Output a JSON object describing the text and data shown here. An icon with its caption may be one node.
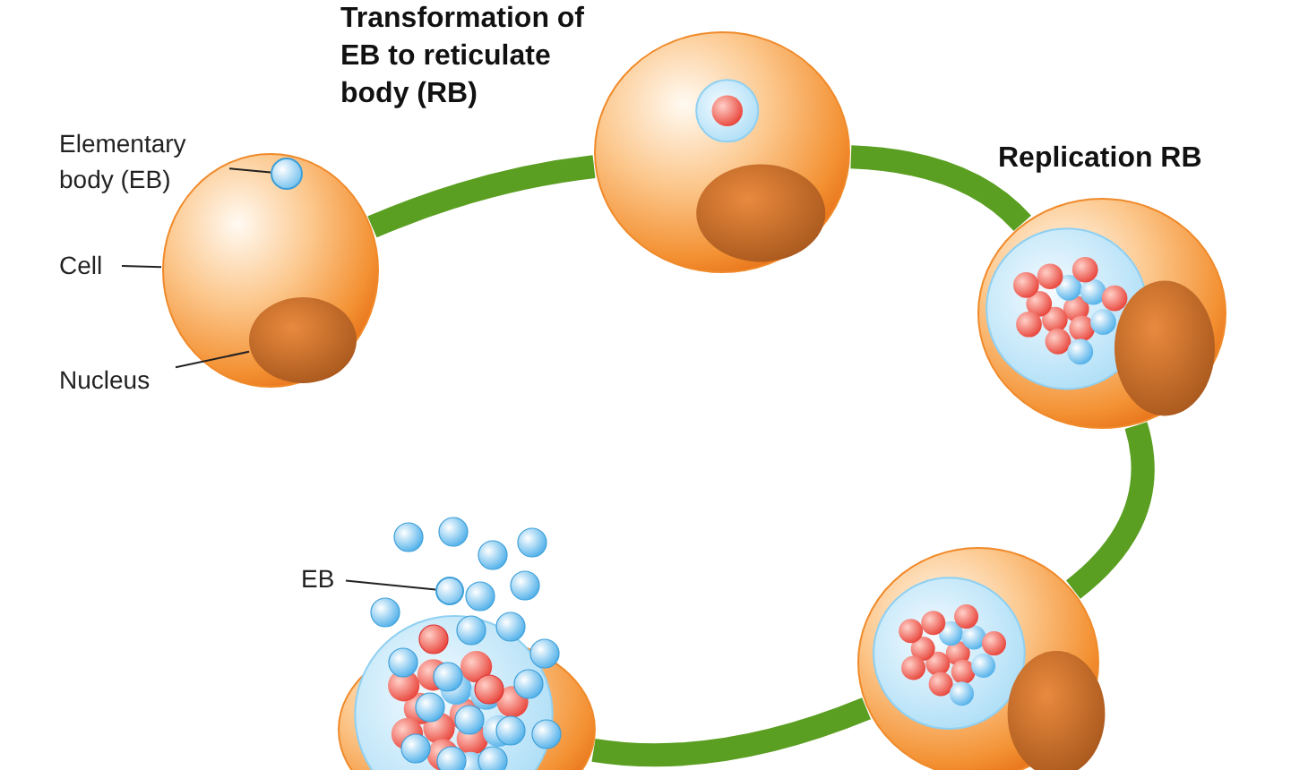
{
  "diagram": {
    "nodes": [
      {
        "text": [
          "Elementary body (EB)"
        ]
      },
      {
        "text": [],
        "shape": "circle",
        "in": 3
      },
      {
        "text": [
          "Cell"
        ]
      },
      {
        "text": [],
        "shape": "picture"
      },
      {
        "text": [],
        "shape": "picture",
        "in": 3
      },
      {
        "text": [
          "Nucleus"
        ]
      },
      {
        "text": [],
        "shape": "picture",
        "beside": [
          "Transformation of EB to reticulate body (RB)"
        ]
      },
      {
        "text": [],
        "shape": "picture",
        "beside": [
          "Replication RB"
        ]
      },
      {
        "text": [],
        "shape": "picture"
      },
      {
        "text": [],
        "shape": "picture"
      },
      {
        "text": [
          "EB"
        ]
      },
      {
        "text": [],
        "shape": "circle"
      }
    ],
    "edges": [
      {
        "from": 0,
        "to": 1,
        "arrow": "none",
        "color": "#222222"
      },
      {
        "from": 2,
        "to": 3,
        "arrow": "none",
        "color": "#222222"
      },
      {
        "from": 5,
        "to": 4,
        "arrow": "none",
        "color": "#222222"
      },
      {
        "from": 10,
        "to": 11,
        "arrow": "none",
        "color": "#222222"
      },
      {
        "from": 3,
        "to": 6,
        "arrow": "none",
        "style": "thick",
        "color": "#5b9f22"
      },
      {
        "from": 6,
        "to": 7,
        "arrow": "none",
        "style": "thick",
        "color": "#5b9f22"
      },
      {
        "from": 7,
        "to": 9,
        "arrow": "none",
        "style": "thick",
        "color": "#5b9f22"
      },
      {
        "from": 9,
        "to": 8,
        "arrow": "none",
        "style": "thick",
        "color": "#5b9f22"
      }
    ]
  }
}
